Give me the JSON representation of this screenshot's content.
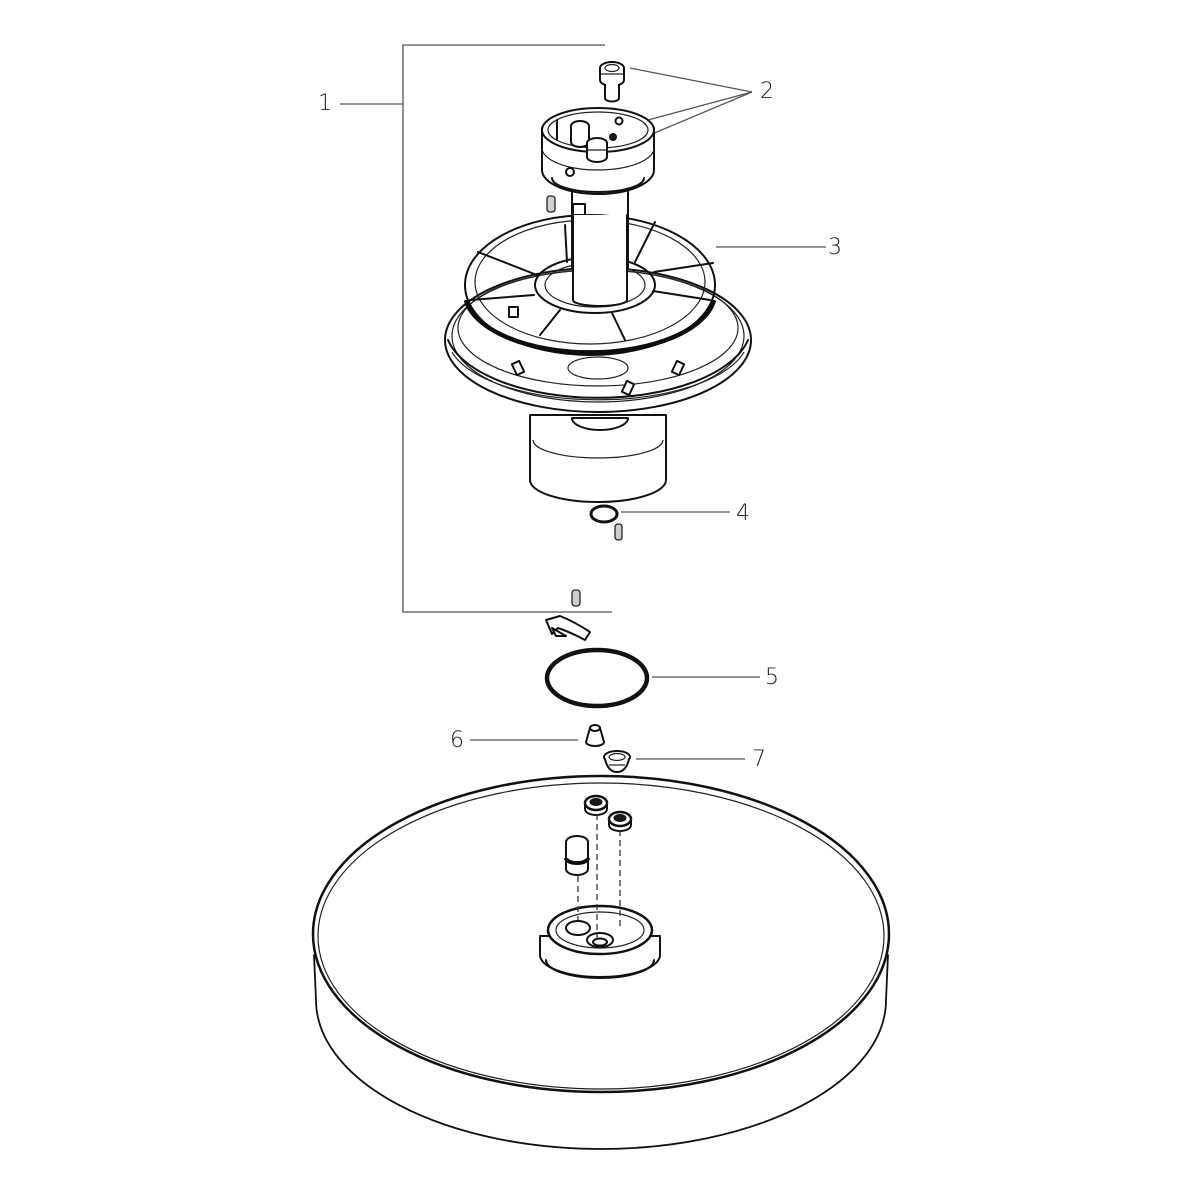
{
  "diagram": {
    "type": "exploded-parts-diagram",
    "subject": "overhead shower head assembly",
    "callouts": [
      {
        "id": "1",
        "label": "1",
        "target": "upper assembly group (bracket)"
      },
      {
        "id": "2",
        "label": "2",
        "target": "flow valves / inserts (3 leader lines)"
      },
      {
        "id": "3",
        "label": "3",
        "target": "spoked ring holder"
      },
      {
        "id": "4",
        "label": "4",
        "target": "small o-ring"
      },
      {
        "id": "5",
        "label": "5",
        "target": "large o-ring"
      },
      {
        "id": "6",
        "label": "6",
        "target": "conical plug"
      },
      {
        "id": "7",
        "label": "7",
        "target": "cup seal / flow restrictor"
      }
    ],
    "colors": {
      "line": "#111111",
      "leader": "#555555",
      "background": "#ffffff",
      "screw_fill": "#cfcfcf"
    }
  }
}
